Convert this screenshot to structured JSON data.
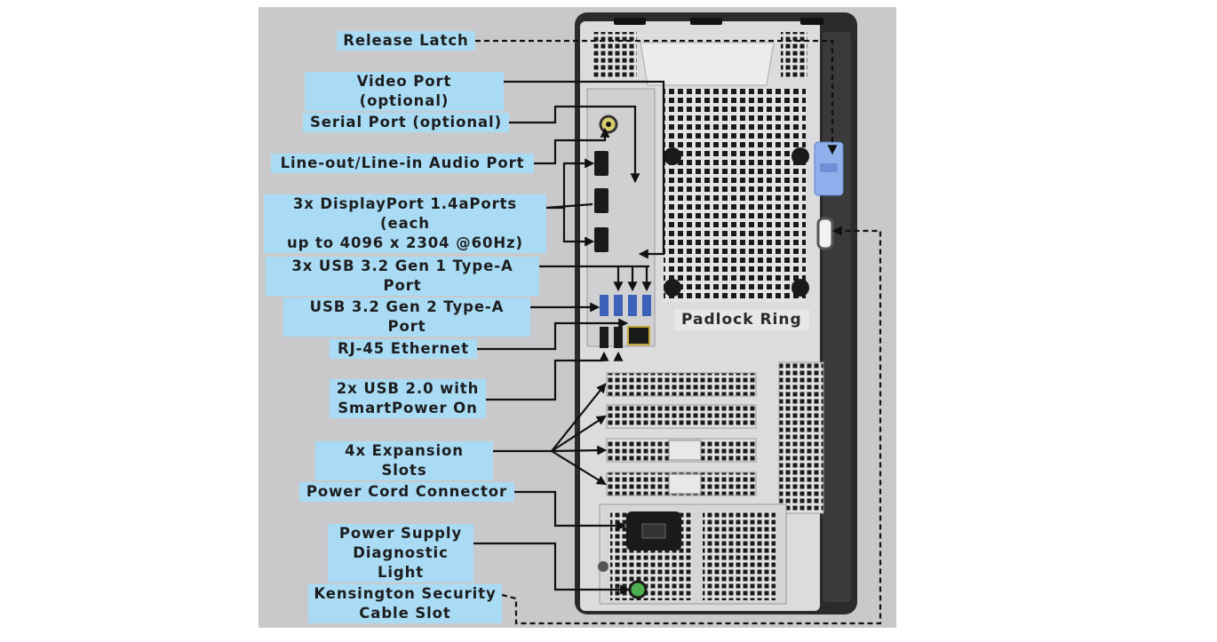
{
  "labels": {
    "release_latch": "Release Latch",
    "video_port": "Video Port (optional)",
    "serial_port": "Serial Port (optional)",
    "audio_port": "Line-out/Line-in Audio Port",
    "displayport": "3x DisplayPort 1.4aPorts (each\nup to 4096 x 2304 @60Hz)",
    "usb_gen1": "3x USB 3.2 Gen 1 Type-A Port",
    "usb_gen2": "USB 3.2 Gen 2 Type-A Port",
    "rj45": "RJ-45 Ethernet",
    "usb2": "2x USB 2.0 with\nSmartPower On",
    "expansion": "4x Expansion Slots",
    "power_cord": "Power Cord Connector",
    "psu_light": "Power Supply\nDiagnostic Light",
    "kensington": "Kensington Security\nCable Slot",
    "padlock_ring": "Padlock Ring"
  },
  "colors": {
    "label_bg": "#a9dcf4",
    "panel_bg": "#c9c9cb",
    "chassis": "#2b2b2d",
    "rear_panel": "#dcdcde",
    "latch": "#8fb0ec",
    "leader": "#111111",
    "psu_led": "#4caf50"
  },
  "icons": [
    "audio-jack-icon",
    "displayport-icon",
    "usb-a-icon",
    "ethernet-icon",
    "power-socket-icon",
    "led-icon",
    "padlock-ring-icon",
    "release-latch-icon"
  ]
}
